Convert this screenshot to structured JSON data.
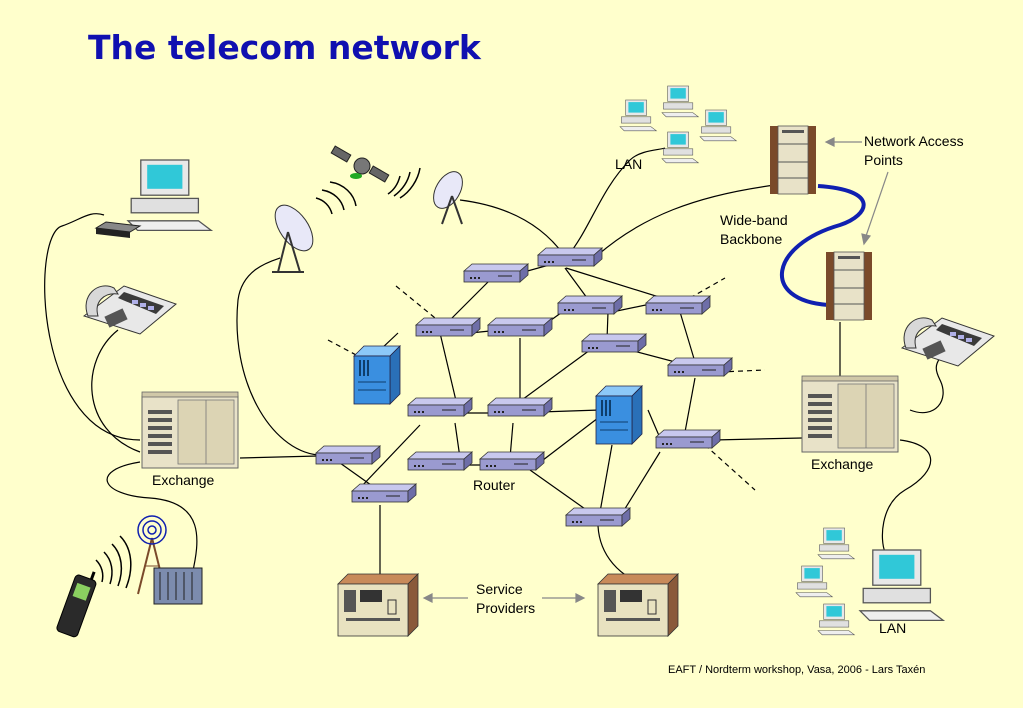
{
  "title": "The telecom network",
  "labels": {
    "exchange_left": "Exchange",
    "exchange_right": "Exchange",
    "router": "Router",
    "lan_top": "LAN",
    "lan_bottom": "LAN",
    "wideband_line1": "Wide-band",
    "wideband_line2": "Backbone",
    "nap_line1": "Network Access",
    "nap_line2": "Points",
    "service_line1": "Service",
    "service_line2": "Providers"
  },
  "footer": "EAFT / Nordterm workshop, Vasa, 2006 - Lars Taxén",
  "colors": {
    "background": "#FFFFCC",
    "title": "#1010B0",
    "backbone": "#1020B0",
    "router": "#9A9AD0",
    "switch_rack": "#3A8FE0",
    "tower": "#8A5A3A"
  }
}
